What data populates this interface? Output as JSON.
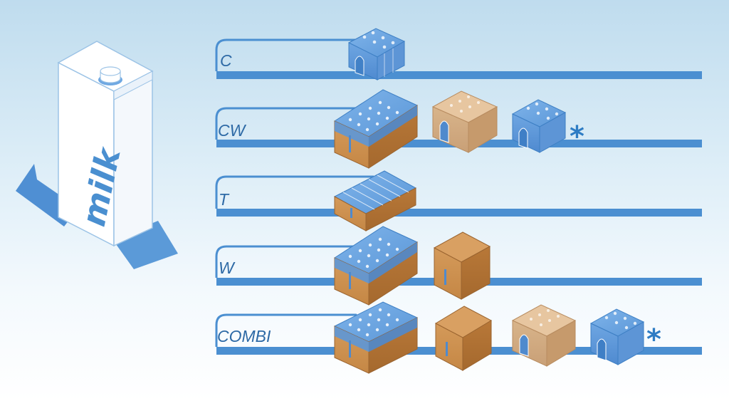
{
  "carton": {
    "label": "milk"
  },
  "rows": [
    {
      "label": "C",
      "asterisk": ""
    },
    {
      "label": "CW",
      "asterisk": "*"
    },
    {
      "label": "T",
      "asterisk": ""
    },
    {
      "label": "W",
      "asterisk": ""
    },
    {
      "label": "COMBI",
      "asterisk": "*"
    }
  ],
  "colors": {
    "line": "#4b8fd1",
    "tab_stroke": "#4b8fd1",
    "label": "#2e6aa6"
  }
}
